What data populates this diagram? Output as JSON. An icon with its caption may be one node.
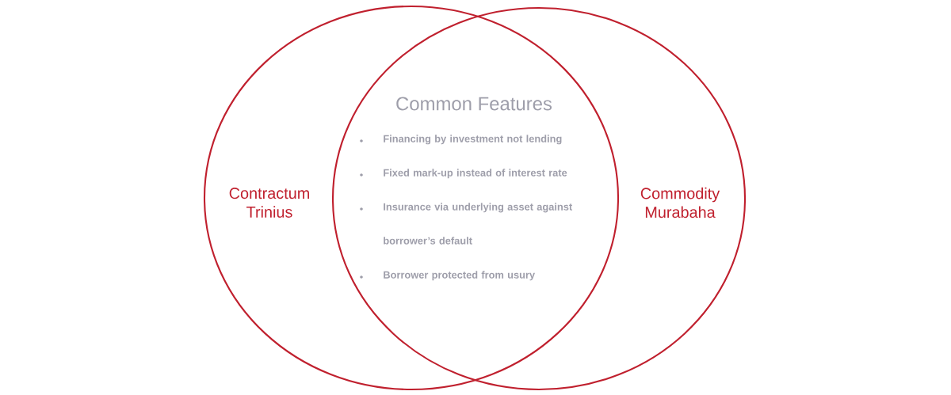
{
  "diagram": {
    "nodes": [
      {
        "text": [
          "Contractum Trinius"
        ]
      },
      {
        "text": [
          "Commodity Murabaha"
        ]
      }
    ],
    "edges": [],
    "labels": [
      "Common Features",
      "Financing by investment not lending",
      "Fixed mark-up instead of interest rate",
      "Insurance via underlying asset against borrower’s default",
      "Borrower protected from usury"
    ]
  }
}
